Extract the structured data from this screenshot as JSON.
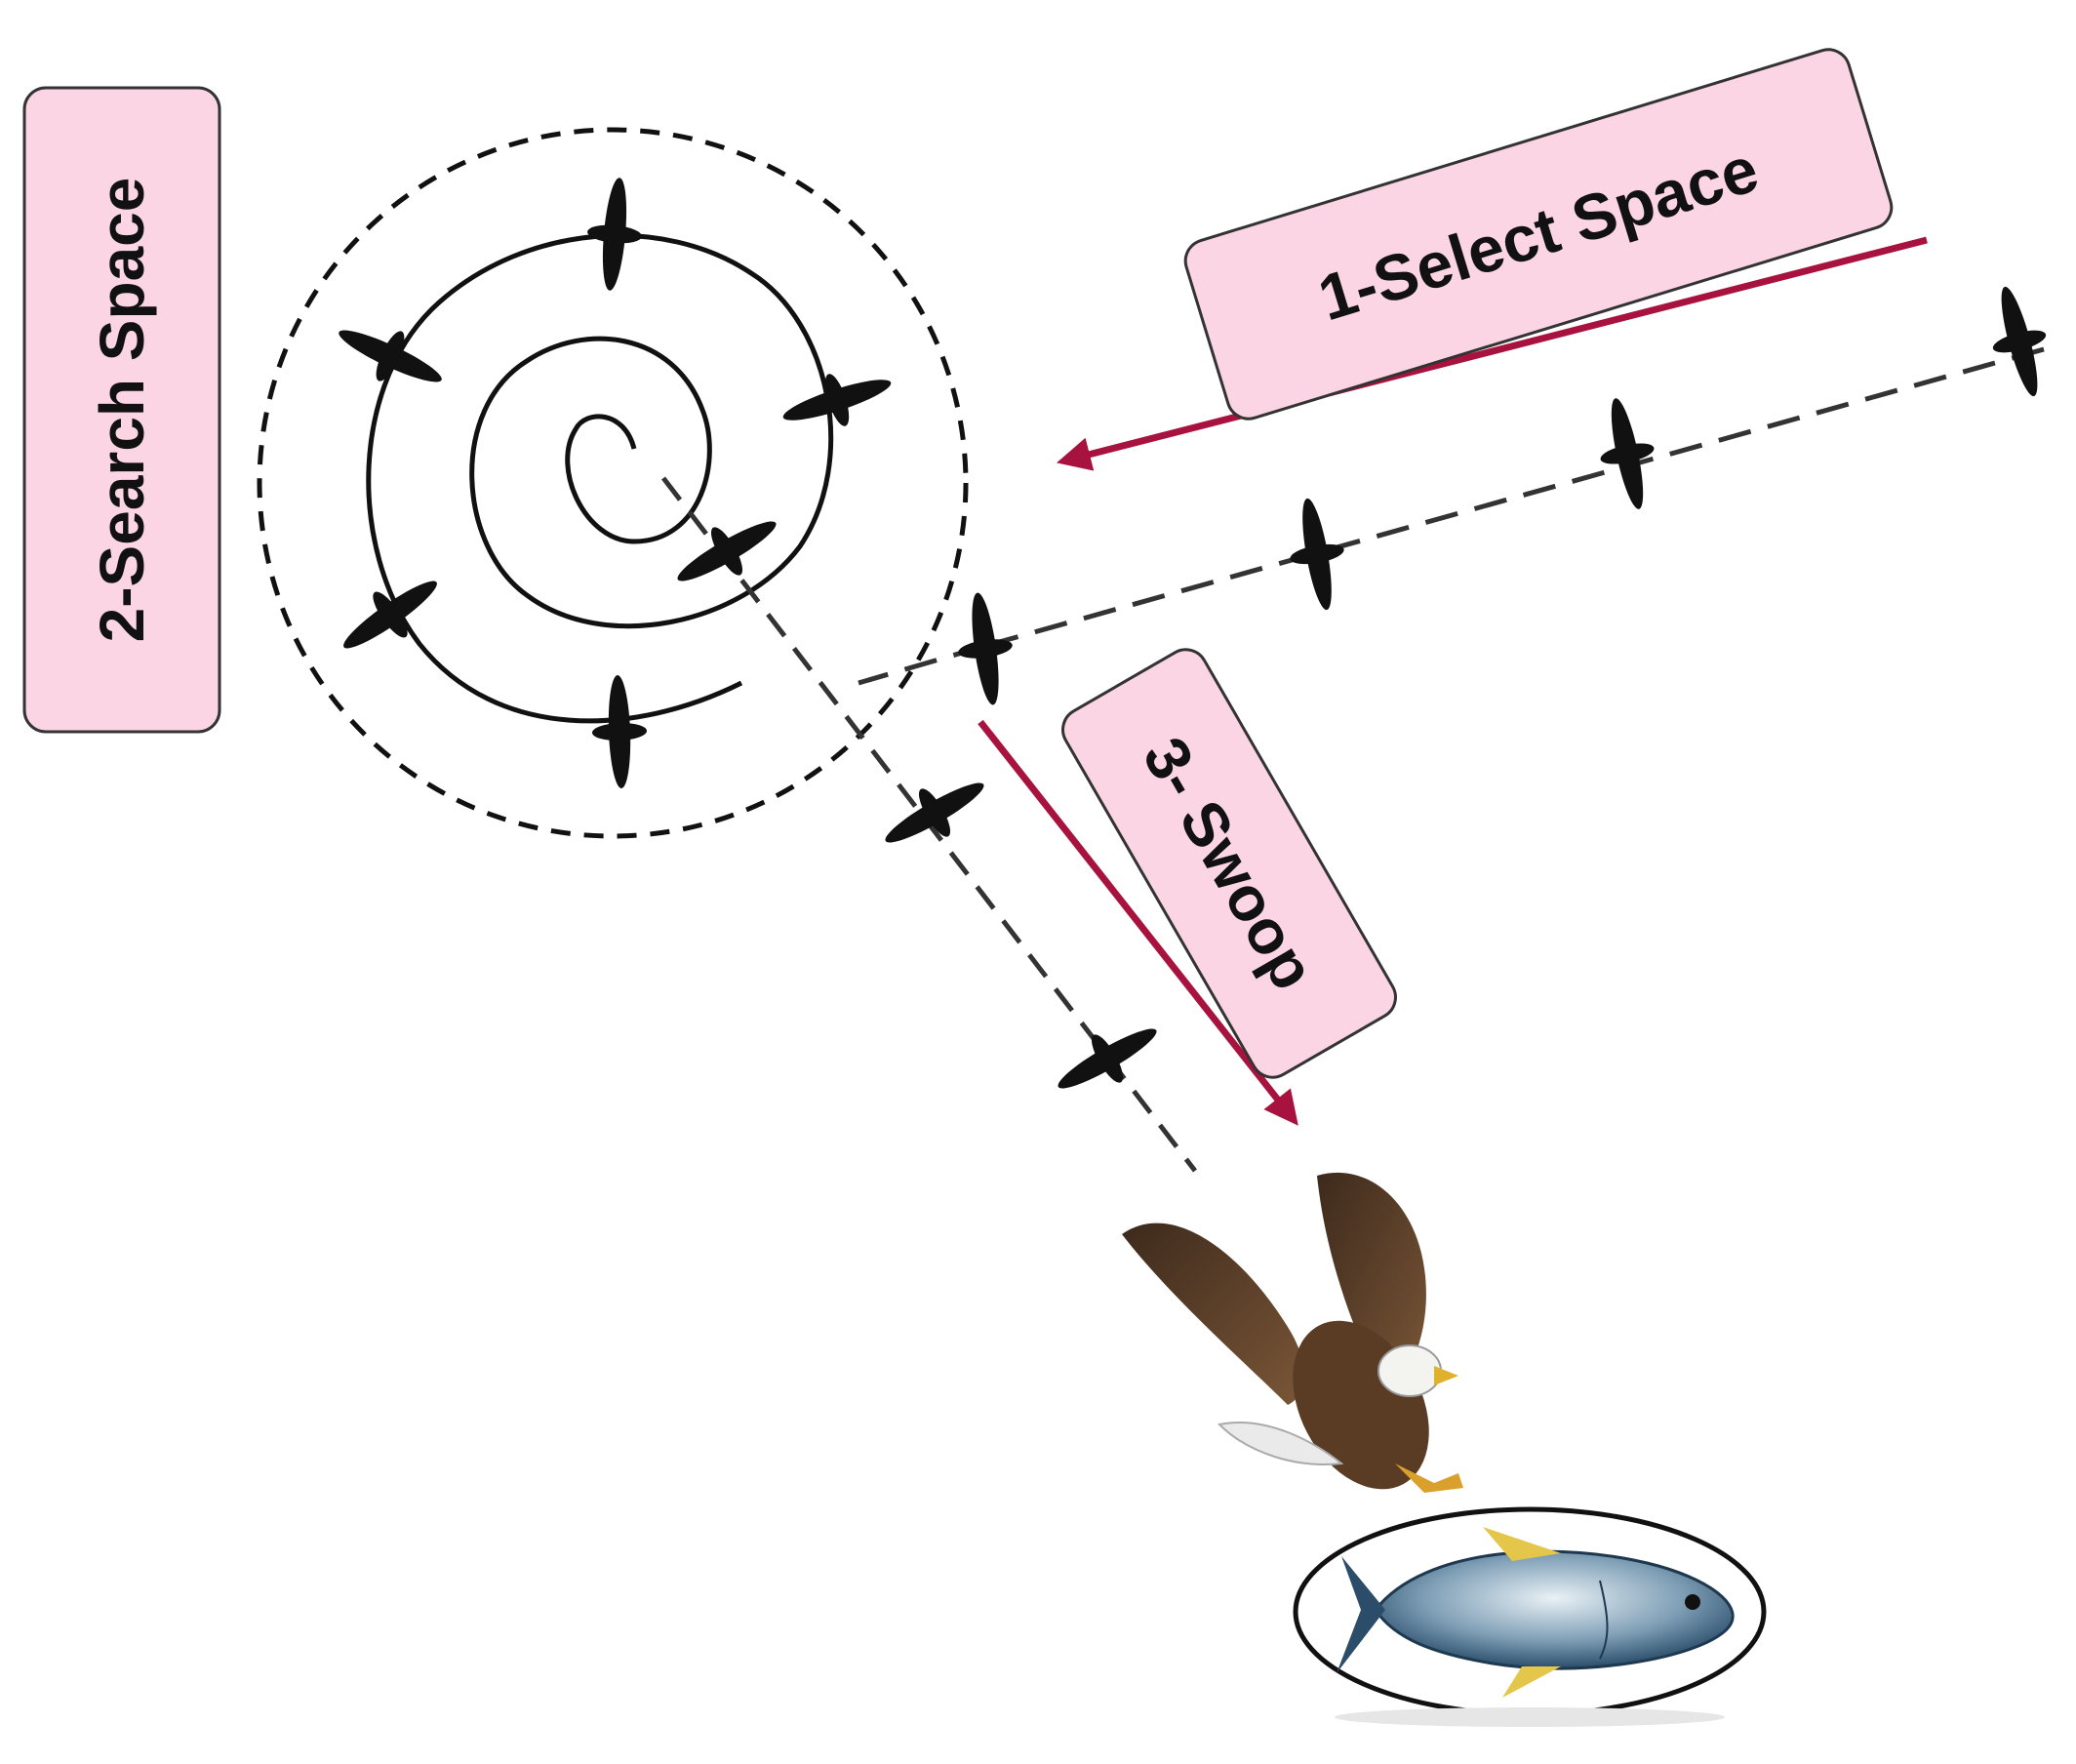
{
  "labels": {
    "select": "1-Select Space",
    "search": "2-Search Space",
    "swoop": "3- Swoop"
  },
  "colors": {
    "label_fill": "#fbd5e3",
    "label_stroke": "#333333",
    "arrow": "#a8123f",
    "ink": "#111111"
  },
  "icons": {
    "bird_silhouette": "bird-silhouette-icon",
    "eagle": "eagle-icon",
    "fish": "fish-icon"
  }
}
